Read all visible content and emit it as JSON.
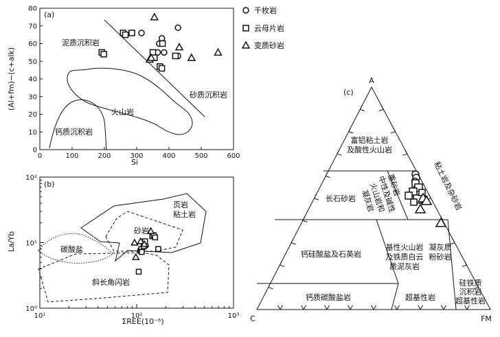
{
  "chart_data": [
    {
      "panel": "(a)",
      "type": "scatter",
      "xlabel": "Si",
      "ylabel": "(Al+fm)−(c+alk)",
      "xlim": [
        0,
        600
      ],
      "ylim": [
        0,
        80
      ],
      "xticks": [
        "0",
        "100",
        "200",
        "300",
        "400",
        "500",
        "600"
      ],
      "yticks": [
        "0",
        "10",
        "20",
        "30",
        "40",
        "50",
        "60",
        "70",
        "80"
      ],
      "legend": [
        "千枚岩",
        "云母片岩",
        "变质砂岩"
      ],
      "fields": [
        "泥质沉积岩",
        "砂质沉积岩",
        "火山岩",
        "钙质沉积岩"
      ],
      "series": [
        {
          "name": "千枚岩",
          "marker": "circle",
          "x": [
            315,
            378,
            428,
            370,
            385,
            428,
            365
          ],
          "y": [
            66,
            63,
            69,
            60,
            55,
            53,
            55
          ]
        },
        {
          "name": "云母片岩",
          "marker": "square",
          "x": [
            258,
            265,
            285,
            192,
            198,
            350,
            380,
            420,
            372,
            378,
            355
          ],
          "y": [
            66,
            65,
            66,
            55,
            54,
            55,
            60,
            53,
            47,
            46,
            52
          ]
        },
        {
          "name": "变质砂岩",
          "marker": "triangle",
          "x": [
            355,
            432,
            552,
            340,
            345,
            470
          ],
          "y": [
            75,
            58,
            55,
            51,
            52,
            52
          ]
        }
      ]
    },
    {
      "panel": "(b)",
      "type": "scatter",
      "xlabel": "ΣREE(10⁻⁶)",
      "ylabel": "La/Yb",
      "xscale": "log",
      "yscale": "log",
      "xlim": [
        10,
        1000
      ],
      "ylim": [
        1,
        100
      ],
      "xticks": [
        "10¹",
        "10²",
        "10³"
      ],
      "yticks": [
        "10⁰",
        "10¹",
        "10²"
      ],
      "fields": [
        "页岩",
        "粘土岩",
        "砂岩",
        "碳酸盐",
        "斜长角闪岩"
      ],
      "series": [
        {
          "name": "千枚岩",
          "marker": "circle",
          "x": [
            108,
            115,
            118,
            125,
            112
          ],
          "y": [
            7.5,
            8.2,
            8.5,
            9.0,
            7.8
          ]
        },
        {
          "name": "云母片岩",
          "marker": "square",
          "x": [
            105,
            110,
            112,
            118,
            122,
            145,
            150,
            155,
            167,
            113
          ],
          "y": [
            3.6,
            7.5,
            8.0,
            8.8,
            10.5,
            12.5,
            13.0,
            12.0,
            8.0,
            7.2
          ]
        },
        {
          "name": "变质砂岩",
          "marker": "triangle",
          "x": [
            95,
            98,
            110,
            120,
            140
          ],
          "y": [
            10.0,
            6.0,
            10.5,
            9.5,
            15.0
          ]
        }
      ]
    },
    {
      "panel": "(c)",
      "type": "ternary",
      "apices": [
        "A",
        "C",
        "FM"
      ],
      "fields": [
        "富铝粘土岩",
        "及酸性火山岩",
        "长石砂岩",
        "重砂岩",
        "中性及碱性",
        "火山岩和",
        "凝灰岩",
        "粘土岩及杂砂岩",
        "钙硅酸盐及石英岩",
        "基性火山岩",
        "及铁质白云",
        "质泥灰岩",
        "凝灰质",
        "粉砂岩",
        "钙质碳酸盐岩",
        "超基性岩",
        "硅铁质",
        "沉积岩",
        "超基性岩"
      ]
    }
  ]
}
